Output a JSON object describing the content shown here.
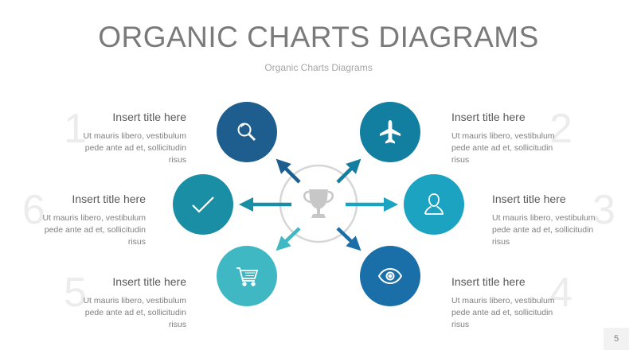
{
  "title": "ORGANIC CHARTS DIAGRAMS",
  "subtitle": "Organic Charts Diagrams",
  "page_number": "5",
  "colors": {
    "c1": "#1d5e8e",
    "c2": "#127ea0",
    "c3": "#1ba3c1",
    "c4": "#1b6fa8",
    "c5": "#3fb8c4",
    "c6": "#1a8ea4",
    "center_ring": "#d6d6d6",
    "trophy": "#c7c7c7"
  },
  "items": [
    {
      "number": "1",
      "title": "Insert title here",
      "body": "Ut mauris libero, vestibulum pede ante ad et, sollicitudin risus",
      "icon": "search-icon"
    },
    {
      "number": "2",
      "title": "Insert title here",
      "body": "Ut mauris libero, vestibulum pede ante ad et, sollicitudin risus",
      "icon": "airplane-icon"
    },
    {
      "number": "3",
      "title": "Insert title here",
      "body": "Ut mauris libero, vestibulum pede ante ad et, sollicitudin risus",
      "icon": "user-icon"
    },
    {
      "number": "4",
      "title": "Insert title here",
      "body": "Ut mauris libero, vestibulum pede ante ad et, sollicitudin risus",
      "icon": "eye-icon"
    },
    {
      "number": "5",
      "title": "Insert title here",
      "body": "Ut mauris libero, vestibulum pede ante ad et, sollicitudin risus",
      "icon": "cart-icon"
    },
    {
      "number": "6",
      "title": "Insert title here",
      "body": "Ut mauris libero, vestibulum pede ante ad et, sollicitudin risus",
      "icon": "check-icon"
    }
  ],
  "center_icon": "trophy-icon"
}
